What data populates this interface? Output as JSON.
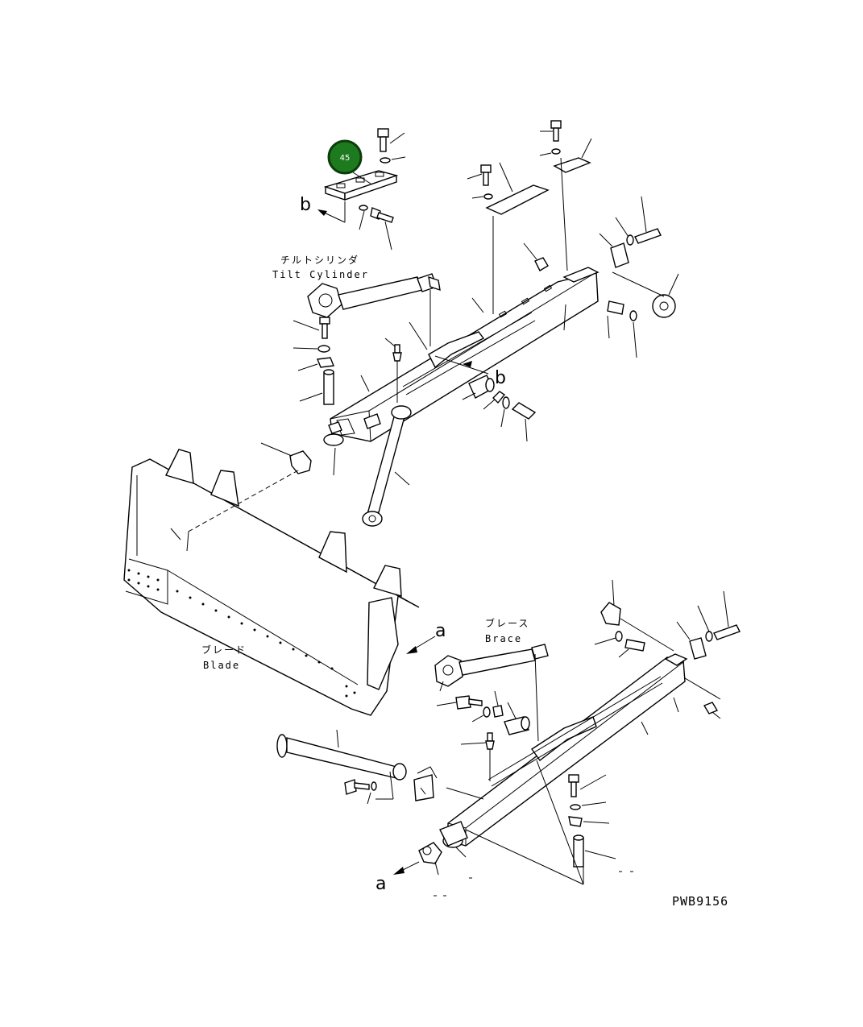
{
  "drawing_code": "PWB9156",
  "callout": {
    "number": "45",
    "color": "#1e7a1e",
    "ring_color": "#0b3d0b"
  },
  "labels": {
    "tilt_cylinder_jp": "チルトシリンダ",
    "tilt_cylinder_en": "Tilt Cylinder",
    "brace_jp": "ブレース",
    "brace_en": "Brace",
    "blade_jp": "ブレード",
    "blade_en": "Blade"
  },
  "view_markers": {
    "b_upper": "b",
    "b_middle": "b",
    "a_right": "a",
    "a_bottom": "a"
  }
}
